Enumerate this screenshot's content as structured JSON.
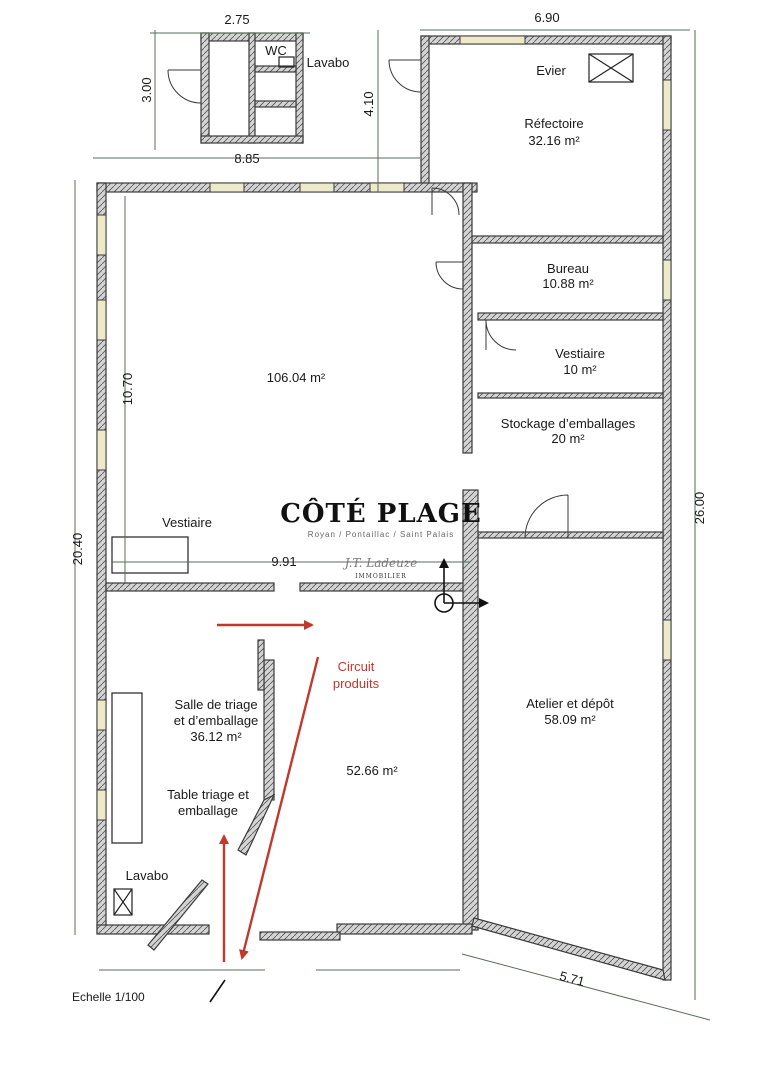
{
  "rooms": {
    "wc": "WC",
    "lavabo_top": "Lavabo",
    "evier": "Evier",
    "refectoire": "Réfectoire",
    "refectoire_area": "32.16 m²",
    "bureau": "Bureau",
    "bureau_area": "10.88 m²",
    "vestiaire_right": "Vestiaire",
    "vestiaire_right_area": "10 m²",
    "stockage": "Stockage d’emballages",
    "stockage_area": "20 m²",
    "main_area": "106.04 m²",
    "vestiaire_left": "Vestiaire",
    "salle_line1": "Salle de triage",
    "salle_line2": "et d’emballage",
    "salle_area": "36.12 m²",
    "table_line1": "Table triage et",
    "table_line2": "emballage",
    "lavabo_bottom": "Lavabo",
    "hall_area": "52.66 m²",
    "atelier": "Atelier et dépôt",
    "atelier_area": "58.09 m²"
  },
  "dimensions": {
    "top_wc_width": "2.75",
    "wc_height": "3.00",
    "top_right_width": "6.90",
    "refectoire_height": "4.10",
    "top_span": "8.85",
    "left_inner": "10.70",
    "left_total": "20.40",
    "right_total": "26.00",
    "middle": "9.91",
    "bottom_diag": "5.71"
  },
  "circuit": {
    "line1": "Circuit",
    "line2": "produits"
  },
  "brand": {
    "name": "CÔTÉ PLAGE",
    "tagline": "Royan / Pontaillac / Saint Palais",
    "signature": "J.T. Ladeuze",
    "immobilier": "IMMOBILIER"
  },
  "scale_label": "Echelle 1/100",
  "colors": {
    "wall": "#3a3a3a",
    "wall_fill": "#bfbfbf",
    "circuit": "#c0392b",
    "window": "#c9b860"
  }
}
